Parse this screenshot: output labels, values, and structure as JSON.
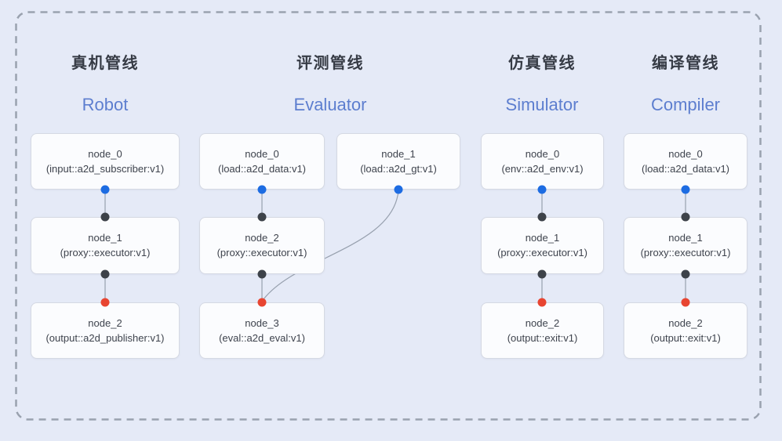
{
  "figure": {
    "background_color": "#e5eaf7",
    "frame_border_color": "#9aa2af",
    "frame_style": "dashed rounded rectangle"
  },
  "colors": {
    "title_zh": "#363b45",
    "title_en": "#5d7ecf",
    "node_bg": "#fbfcfe",
    "node_border": "#d5d9e3",
    "node_text": "#3e434d",
    "edge_line": "#97a0ae",
    "dot_blue": "#1d6ce2",
    "dot_dark": "#3d4249",
    "dot_red": "#e84531"
  },
  "pipelines": [
    {
      "title_zh": "真机管线",
      "title_en": "Robot",
      "nodes": [
        {
          "name": "node_0",
          "type": "(input::a2d_subscriber:v1)"
        },
        {
          "name": "node_1",
          "type": "(proxy::executor:v1)"
        },
        {
          "name": "node_2",
          "type": "(output::a2d_publisher:v1)"
        }
      ]
    },
    {
      "title_zh": "评测管线",
      "title_en": "Evaluator",
      "nodes": [
        {
          "name": "node_0",
          "type": "(load::a2d_data:v1)"
        },
        {
          "name": "node_1",
          "type": "(load::a2d_gt:v1)"
        },
        {
          "name": "node_2",
          "type": "(proxy::executor:v1)"
        },
        {
          "name": "node_3",
          "type": "(eval::a2d_eval:v1)"
        }
      ]
    },
    {
      "title_zh": "仿真管线",
      "title_en": "Simulator",
      "nodes": [
        {
          "name": "node_0",
          "type": "(env::a2d_env:v1)"
        },
        {
          "name": "node_1",
          "type": "(proxy::executor:v1)"
        },
        {
          "name": "node_2",
          "type": "(output::exit:v1)"
        }
      ]
    },
    {
      "title_zh": "编译管线",
      "title_en": "Compiler",
      "nodes": [
        {
          "name": "node_0",
          "type": "(load::a2d_data:v1)"
        },
        {
          "name": "node_1",
          "type": "(proxy::executor:v1)"
        },
        {
          "name": "node_2",
          "type": "(output::exit:v1)"
        }
      ]
    }
  ],
  "edges": [
    {
      "from": "Robot/node_0",
      "to": "Robot/node_1",
      "from_port": "blue",
      "to_port": "dark"
    },
    {
      "from": "Robot/node_1",
      "to": "Robot/node_2",
      "from_port": "dark",
      "to_port": "red"
    },
    {
      "from": "Evaluator/node_0",
      "to": "Evaluator/node_2",
      "from_port": "blue",
      "to_port": "dark"
    },
    {
      "from": "Evaluator/node_1",
      "to": "Evaluator/node_3",
      "from_port": "blue",
      "to_port": "red"
    },
    {
      "from": "Evaluator/node_2",
      "to": "Evaluator/node_3",
      "from_port": "dark",
      "to_port": "red"
    },
    {
      "from": "Simulator/node_0",
      "to": "Simulator/node_1",
      "from_port": "blue",
      "to_port": "dark"
    },
    {
      "from": "Simulator/node_1",
      "to": "Simulator/node_2",
      "from_port": "dark",
      "to_port": "red"
    },
    {
      "from": "Compiler/node_0",
      "to": "Compiler/node_1",
      "from_port": "blue",
      "to_port": "dark"
    },
    {
      "from": "Compiler/node_1",
      "to": "Compiler/node_2",
      "from_port": "dark",
      "to_port": "red"
    }
  ]
}
